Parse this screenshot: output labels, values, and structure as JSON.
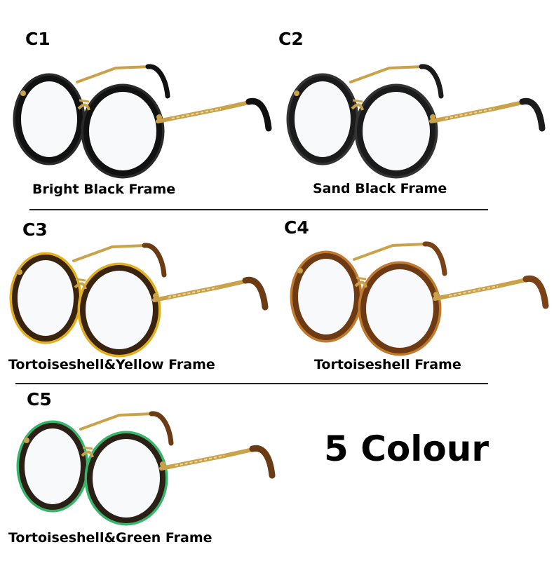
{
  "headline": "5 Colour",
  "variants": [
    {
      "code": "C1",
      "label": "Bright Black Frame",
      "frame_color": "#111111",
      "frame_accent": "#2a2a2a",
      "temple_tip": "#111111"
    },
    {
      "code": "C2",
      "label": "Sand Black Frame",
      "frame_color": "#1b1b1b",
      "frame_accent": "#333333",
      "temple_tip": "#1b1b1b"
    },
    {
      "code": "C3",
      "label": "Tortoiseshell&Yellow Frame",
      "frame_color": "#3a2410",
      "frame_accent": "#e2b01e",
      "temple_tip": "#6b3b14"
    },
    {
      "code": "C4",
      "label": "Tortoiseshell Frame",
      "frame_color": "#6e3a14",
      "frame_accent": "#c07a2e",
      "temple_tip": "#7a4216"
    },
    {
      "code": "C5",
      "label": "Tortoiseshell&Green Frame",
      "frame_color": "#2a2015",
      "frame_accent": "#37b56a",
      "temple_tip": "#6b3b14"
    }
  ],
  "metal_color": "#c9a24a"
}
